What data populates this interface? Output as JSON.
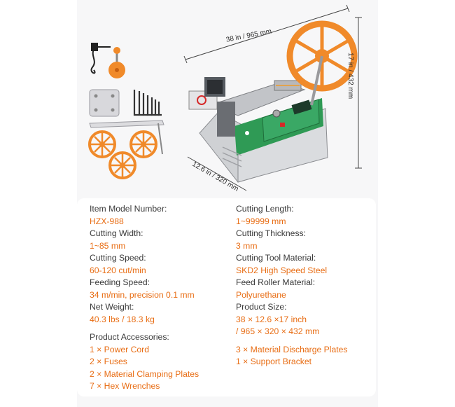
{
  "dimensions": {
    "width": "38 in / 965 mm",
    "height": "17 in / 432 mm",
    "depth": "12.6 in / 320 mm"
  },
  "colors": {
    "accent": "#e86d14",
    "label": "#3a3a3a",
    "machine_green": "#2f9a55",
    "wheel_orange": "#f08a2a"
  },
  "specs_left": [
    {
      "label": "Item Model Number:",
      "value": "HZX-988"
    },
    {
      "label": "Cutting Width:",
      "value": "1~85 mm"
    },
    {
      "label": "Cutting Speed:",
      "value": "60-120 cut/min"
    },
    {
      "label": "Feeding Speed:",
      "value": "34 m/min, precision 0.1 mm"
    },
    {
      "label": "Net Weight:",
      "value": "40.3 lbs / 18.3 kg"
    }
  ],
  "specs_right": [
    {
      "label": "Cutting Length:",
      "value": "1~99999 mm"
    },
    {
      "label": "Cutting Thickness:",
      "value": "3 mm"
    },
    {
      "label": "Cutting Tool Material:",
      "value": "SKD2 High Speed Steel"
    },
    {
      "label": "Feed Roller Material:",
      "value": "Polyurethane"
    },
    {
      "label": "Product Size:",
      "value": "38 × 12.6 ×17 inch",
      "value2": "/ 965 × 320 × 432 mm"
    }
  ],
  "accessories": {
    "title": "Product Accessories:",
    "left": [
      "1 × Power Cord",
      "2 × Fuses",
      "2 × Material Clamping Plates",
      "7 × Hex Wrenches"
    ],
    "right": [
      "3 × Material Discharge Plates",
      "1 × Support Bracket"
    ]
  }
}
